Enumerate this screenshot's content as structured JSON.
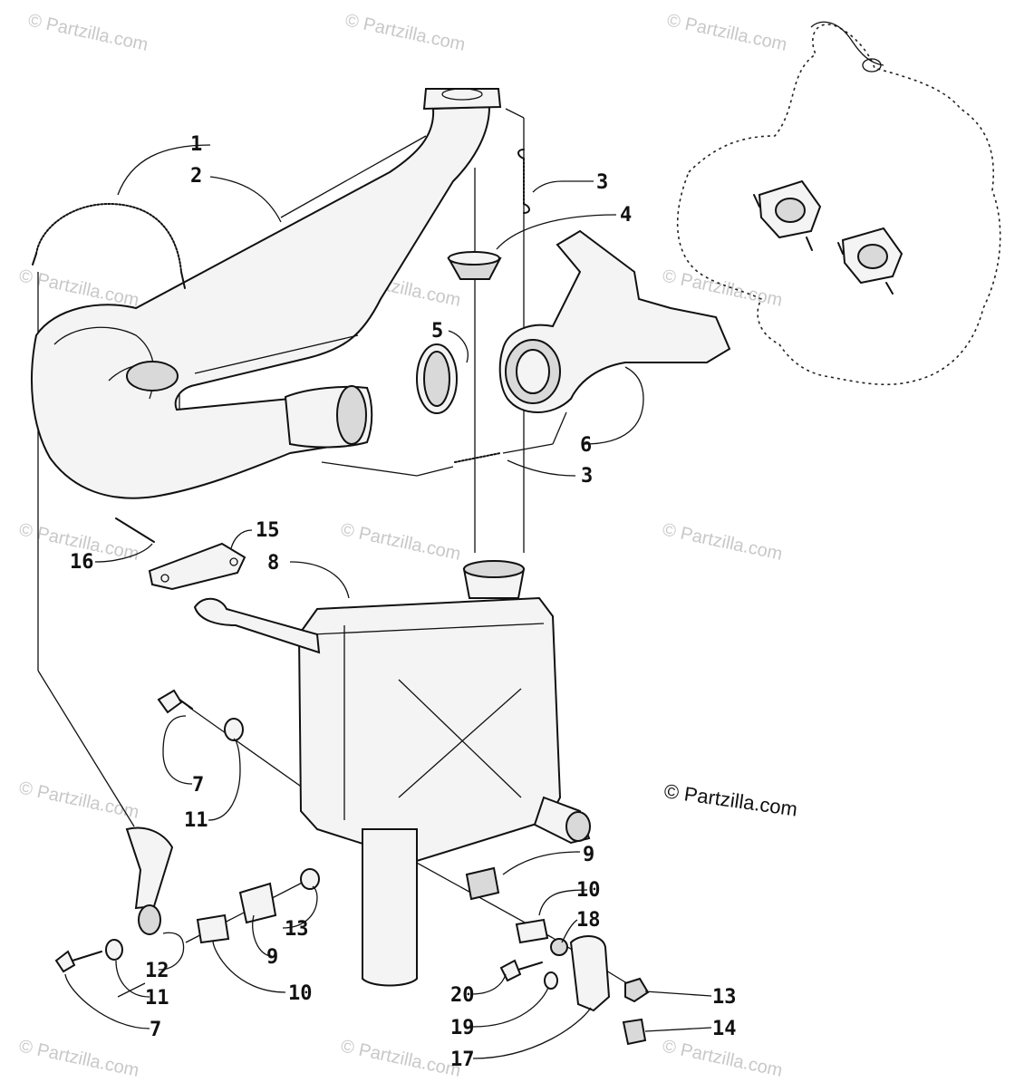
{
  "watermark": "© Partzilla.com",
  "copyright": "© Partzilla.com",
  "callouts": [
    {
      "id": "c1",
      "label": "1"
    },
    {
      "id": "c2",
      "label": "2"
    },
    {
      "id": "c3a",
      "label": "3"
    },
    {
      "id": "c4",
      "label": "4"
    },
    {
      "id": "c5",
      "label": "5"
    },
    {
      "id": "c6",
      "label": "6"
    },
    {
      "id": "c3b",
      "label": "3"
    },
    {
      "id": "c15",
      "label": "15"
    },
    {
      "id": "c16",
      "label": "16"
    },
    {
      "id": "c8",
      "label": "8"
    },
    {
      "id": "c7a",
      "label": "7"
    },
    {
      "id": "c11a",
      "label": "11"
    },
    {
      "id": "c9a",
      "label": "9"
    },
    {
      "id": "c10a",
      "label": "10"
    },
    {
      "id": "c18",
      "label": "18"
    },
    {
      "id": "c13a",
      "label": "13"
    },
    {
      "id": "c12",
      "label": "12"
    },
    {
      "id": "c9b",
      "label": "9"
    },
    {
      "id": "c10b",
      "label": "10"
    },
    {
      "id": "c11b",
      "label": "11"
    },
    {
      "id": "c7b",
      "label": "7"
    },
    {
      "id": "c20",
      "label": "20"
    },
    {
      "id": "c19",
      "label": "19"
    },
    {
      "id": "c17",
      "label": "17"
    },
    {
      "id": "c13b",
      "label": "13"
    },
    {
      "id": "c14",
      "label": "14"
    }
  ]
}
